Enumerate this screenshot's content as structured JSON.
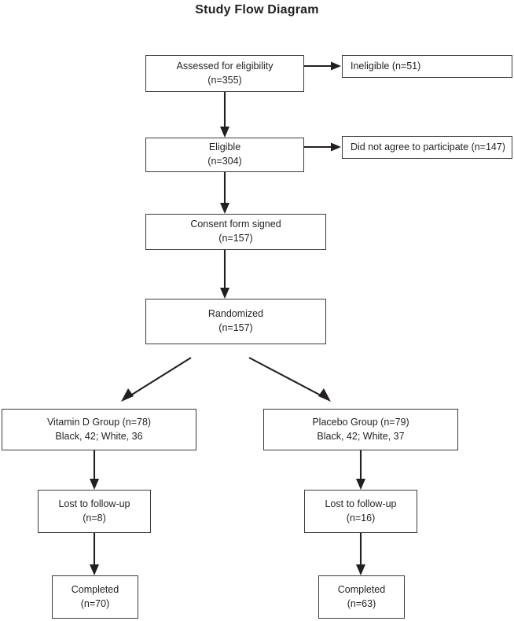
{
  "title": "Study Flow Diagram",
  "colors": {
    "box_border": "#3c3c3c",
    "arrow": "#231f20",
    "text": "#231f20",
    "background": "#ffffff"
  },
  "nodes": {
    "assessed": {
      "line1": "Assessed for eligibility",
      "line2": "(n=355)"
    },
    "ineligible": {
      "line1": "Ineligible (n=51)"
    },
    "eligible": {
      "line1": "Eligible",
      "line2": "(n=304)"
    },
    "declined": {
      "line1": "Did not agree to participate (n=147)"
    },
    "consent": {
      "line1": "Consent form signed",
      "line2": "(n=157)"
    },
    "randomized": {
      "line1": "Randomized",
      "line2": "(n=157)"
    },
    "vitamin_d_group": {
      "line1": "Vitamin D Group (n=78)",
      "line2": "Black, 42; White, 36"
    },
    "placebo_group": {
      "line1": "Placebo Group (n=79)",
      "line2": "Black, 42; White, 37"
    },
    "lost_left": {
      "line1": "Lost to follow-up",
      "line2": "(n=8)"
    },
    "lost_right": {
      "line1": "Lost to follow-up",
      "line2": "(n=16)"
    },
    "completed_left": {
      "line1": "Completed",
      "line2": "(n=70)"
    },
    "completed_right": {
      "line1": "Completed",
      "line2": "(n=63)"
    }
  },
  "chart_data": {
    "type": "diagram",
    "title": "Study Flow Diagram",
    "diagram_kind": "CONSORT participant flow",
    "stages": [
      {
        "id": "assessed",
        "label": "Assessed for eligibility",
        "n": 355
      },
      {
        "id": "ineligible",
        "label": "Ineligible",
        "n": 51
      },
      {
        "id": "eligible",
        "label": "Eligible",
        "n": 304
      },
      {
        "id": "declined",
        "label": "Did not agree to participate",
        "n": 147
      },
      {
        "id": "consent",
        "label": "Consent form signed",
        "n": 157
      },
      {
        "id": "randomized",
        "label": "Randomized",
        "n": 157
      },
      {
        "id": "vitamin_d_group",
        "label": "Vitamin D Group",
        "n": 78,
        "black": 42,
        "white": 36
      },
      {
        "id": "placebo_group",
        "label": "Placebo Group",
        "n": 79,
        "black": 42,
        "white": 37
      },
      {
        "id": "lost_left",
        "label": "Lost to follow-up",
        "n": 8,
        "arm": "Vitamin D"
      },
      {
        "id": "lost_right",
        "label": "Lost to follow-up",
        "n": 16,
        "arm": "Placebo"
      },
      {
        "id": "completed_left",
        "label": "Completed",
        "n": 70,
        "arm": "Vitamin D"
      },
      {
        "id": "completed_right",
        "label": "Completed",
        "n": 63,
        "arm": "Placebo"
      }
    ],
    "edges": [
      {
        "from": "assessed",
        "to": "ineligible",
        "direction": "right"
      },
      {
        "from": "assessed",
        "to": "eligible",
        "direction": "down"
      },
      {
        "from": "eligible",
        "to": "declined",
        "direction": "right"
      },
      {
        "from": "eligible",
        "to": "consent",
        "direction": "down"
      },
      {
        "from": "consent",
        "to": "randomized",
        "direction": "down"
      },
      {
        "from": "randomized",
        "to": "vitamin_d_group",
        "direction": "down-left"
      },
      {
        "from": "randomized",
        "to": "placebo_group",
        "direction": "down-right"
      },
      {
        "from": "vitamin_d_group",
        "to": "lost_left",
        "direction": "down"
      },
      {
        "from": "placebo_group",
        "to": "lost_right",
        "direction": "down"
      },
      {
        "from": "lost_left",
        "to": "completed_left",
        "direction": "down"
      },
      {
        "from": "lost_right",
        "to": "completed_right",
        "direction": "down"
      }
    ]
  }
}
